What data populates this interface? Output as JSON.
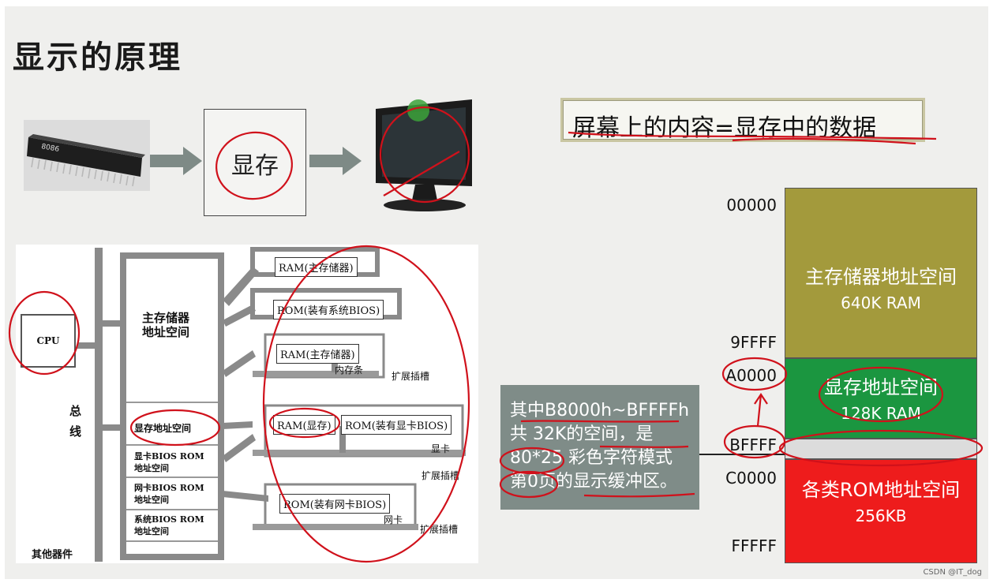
{
  "title": "显示的原理",
  "top_flow": {
    "vram_label": "显存",
    "chip_marking": "8086"
  },
  "formula": "屏幕上的内容=显存中的数据",
  "diagram": {
    "cpu": "CPU",
    "bus": [
      "总",
      "线"
    ],
    "main_memory": [
      "主存储器",
      "地址空间"
    ],
    "vram_space": "显存地址空间",
    "video_bios": [
      "显卡BIOS ROM",
      "地址空间"
    ],
    "net_bios": [
      "网卡BIOS ROM",
      "地址空间"
    ],
    "sys_bios": [
      "系统BIOS ROM",
      "地址空间"
    ],
    "other": "其他器件",
    "slots": {
      "ram_main_1": "RAM(主存储器)",
      "rom_sys": "ROM(装有系统BIOS)",
      "ram_main_2": "RAM(主存储器)",
      "mem_stick": "内存条",
      "ram_vram": "RAM(显存)",
      "rom_vga": "ROM(装有显卡BIOS)",
      "vga_card": "显卡",
      "rom_net": "ROM(装有网卡BIOS)",
      "net_card": "网卡"
    },
    "expansion_slot": "扩展插槽"
  },
  "memory_map": {
    "addresses": {
      "a00000": "00000",
      "a9ffff": "9FFFF",
      "aa0000": "A0000",
      "abffff": "BFFFF",
      "ac0000": "C0000",
      "afffff": "FFFFF"
    },
    "segments": {
      "main": {
        "label": "主存储器地址空间",
        "size": "640K RAM",
        "color": "#a39a3c"
      },
      "vram": {
        "label": "显存地址空间",
        "size": "128K RAM",
        "color": "#1b9640"
      },
      "rom": {
        "label": "各类ROM地址空间",
        "size": "256KB",
        "color": "#ee1c1c"
      }
    }
  },
  "note_lines": [
    "其中B8000h~BFFFFh",
    "共 32K的空间，是",
    "80*25 彩色字符模式",
    "第0页的显示缓冲区。"
  ],
  "credit": "CSDN @IT_dog",
  "colors": {
    "annotation_red": "#d0111b",
    "arrow_gray": "#7e8a86"
  }
}
